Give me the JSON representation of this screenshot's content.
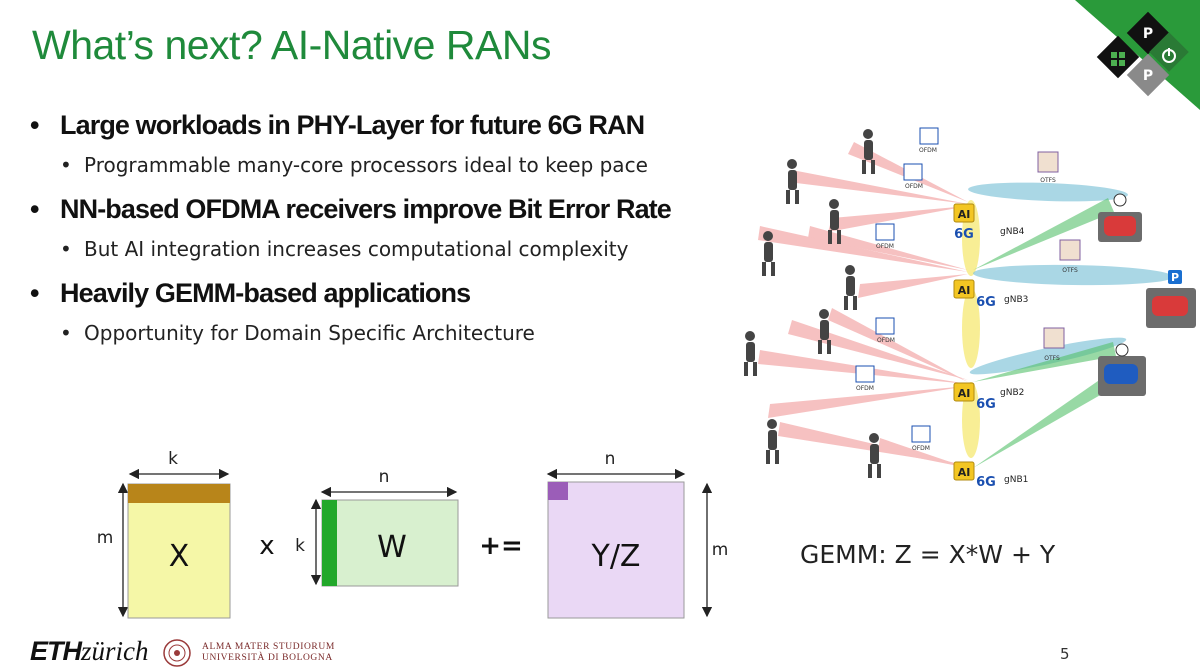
{
  "slide": {
    "title": "What’s next? AI-Native RANs",
    "page_number": "5"
  },
  "bullets": [
    {
      "text": "Large workloads in PHY-Layer for future 6G RAN",
      "sub": "Programmable many-core processors ideal to keep pace"
    },
    {
      "text": "NN-based OFDMA receivers improve Bit Error Rate",
      "sub": "But AI integration increases computational complexity"
    },
    {
      "text": "Heavily GEMM-based applications",
      "sub": "Opportunity for Domain Specific Architecture"
    }
  ],
  "matrix_diagram": {
    "x_label": "X",
    "w_label": "W",
    "yz_label": "Y/Z",
    "times_op": "x",
    "accum_op": "+=",
    "dim_k": "k",
    "dim_m": "m",
    "dim_n": "n",
    "colors": {
      "x_fill": "#f5f7a7",
      "x_row": "#b8851a",
      "w_fill": "#d8f0cf",
      "w_col": "#22a82a",
      "yz_fill": "#ead8f5",
      "yz_elem": "#9b5db8"
    }
  },
  "formula": "GEMM: Z = X*W + Y",
  "network": {
    "gnb_labels": [
      "gNB4",
      "gNB3",
      "gNB2",
      "gNB1"
    ],
    "ai_label": "AI",
    "g6_label": "6G",
    "ofdm_label": "OFDM",
    "otfs_label": "OTFS",
    "parking_label": "P"
  },
  "footer": {
    "eth_bold": "ETH",
    "eth_italic": "zürich",
    "unibo_line1": "ALMA MATER STUDIORUM",
    "unibo_line2": "UNIVERSITÀ DI BOLOGNA"
  },
  "logo": {
    "letter_top": "P",
    "letter_bottom": "P"
  }
}
